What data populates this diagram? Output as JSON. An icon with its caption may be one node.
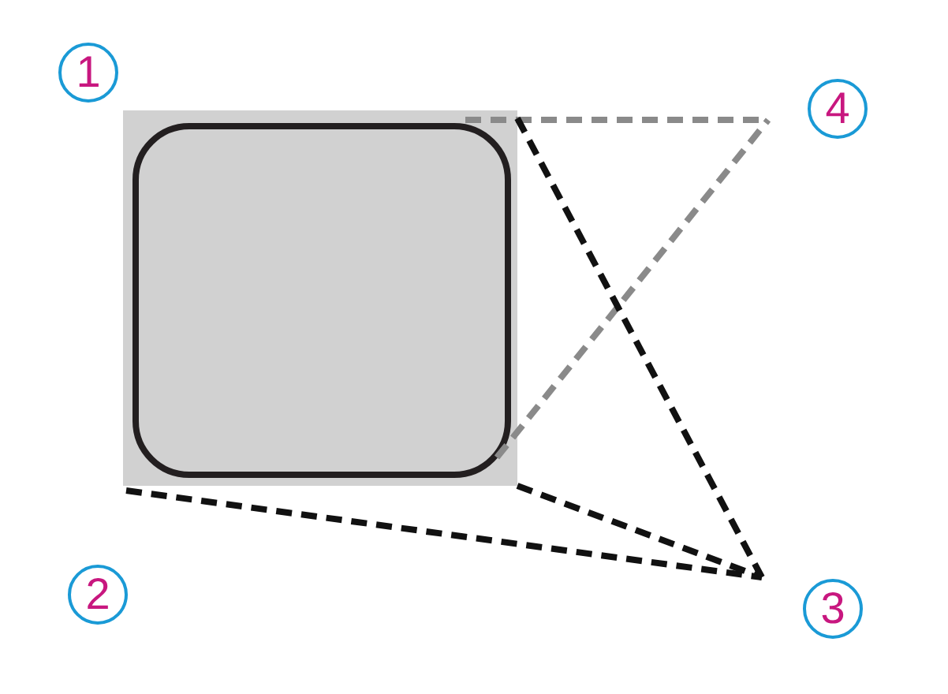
{
  "diagram": {
    "labels": [
      "1",
      "4",
      "2",
      "3"
    ]
  }
}
